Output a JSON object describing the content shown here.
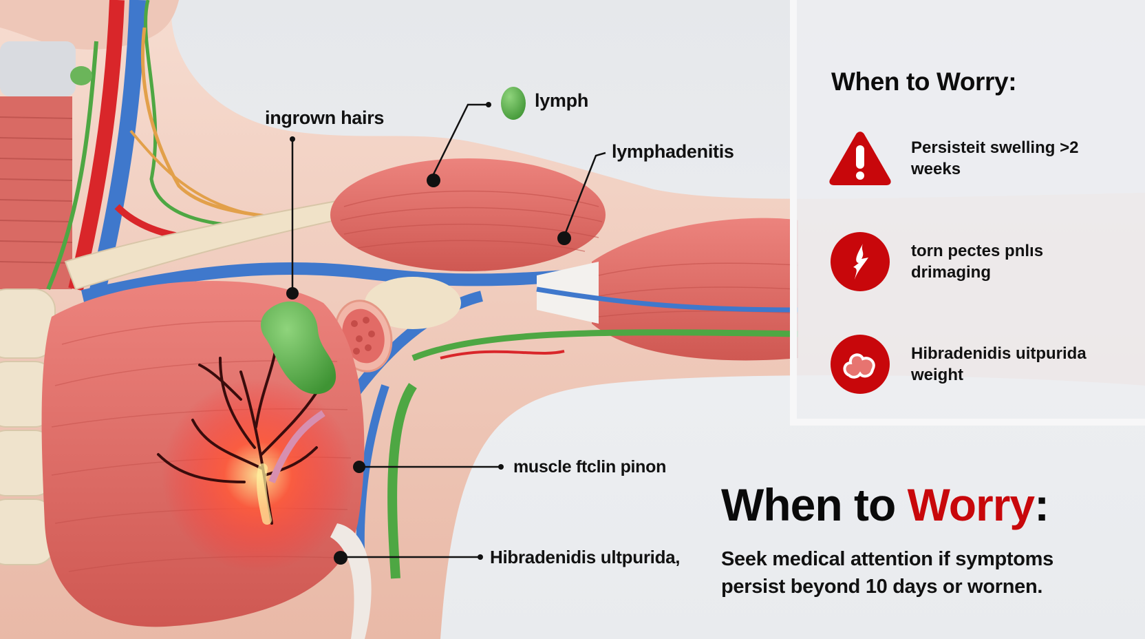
{
  "colors": {
    "background": "#e9ebee",
    "accent_red": "#c8070b",
    "muscle": "#e06a66",
    "vein_blue": "#3f78cc",
    "artery_red": "#d9262a",
    "nerve_green": "#4ea743",
    "nerve_orange": "#e2a04a",
    "bone": "#f0e2c8",
    "skin": "#f2cfc1",
    "lymph_green": "#5cb54c"
  },
  "diagram": {
    "labels": [
      {
        "id": "ingrown-hairs",
        "text": "ingrown hairs"
      },
      {
        "id": "lymph",
        "text": "lymph"
      },
      {
        "id": "lymphadenitis",
        "text": "lymphadenitis"
      },
      {
        "id": "muscle",
        "text": "muscle ftclin pinon"
      },
      {
        "id": "hidradenitis",
        "text": "Hibradenidis ultpurida,"
      }
    ]
  },
  "panel": {
    "title": "When to Worry:",
    "items": [
      {
        "icon": "warning-triangle-icon",
        "text": "Persisteit swelling >2 weeks"
      },
      {
        "icon": "lightning-icon",
        "text": "torn pectes pnlıs drimaging"
      },
      {
        "icon": "cells-blob-icon",
        "text": "Hibradenidis uitpurida weight"
      }
    ]
  },
  "footer": {
    "title_part1": "When to ",
    "title_part2": "Worry",
    "title_part3": ":",
    "advice": "Seek medical attention if symptoms persist beyond 10 days or wornen."
  }
}
